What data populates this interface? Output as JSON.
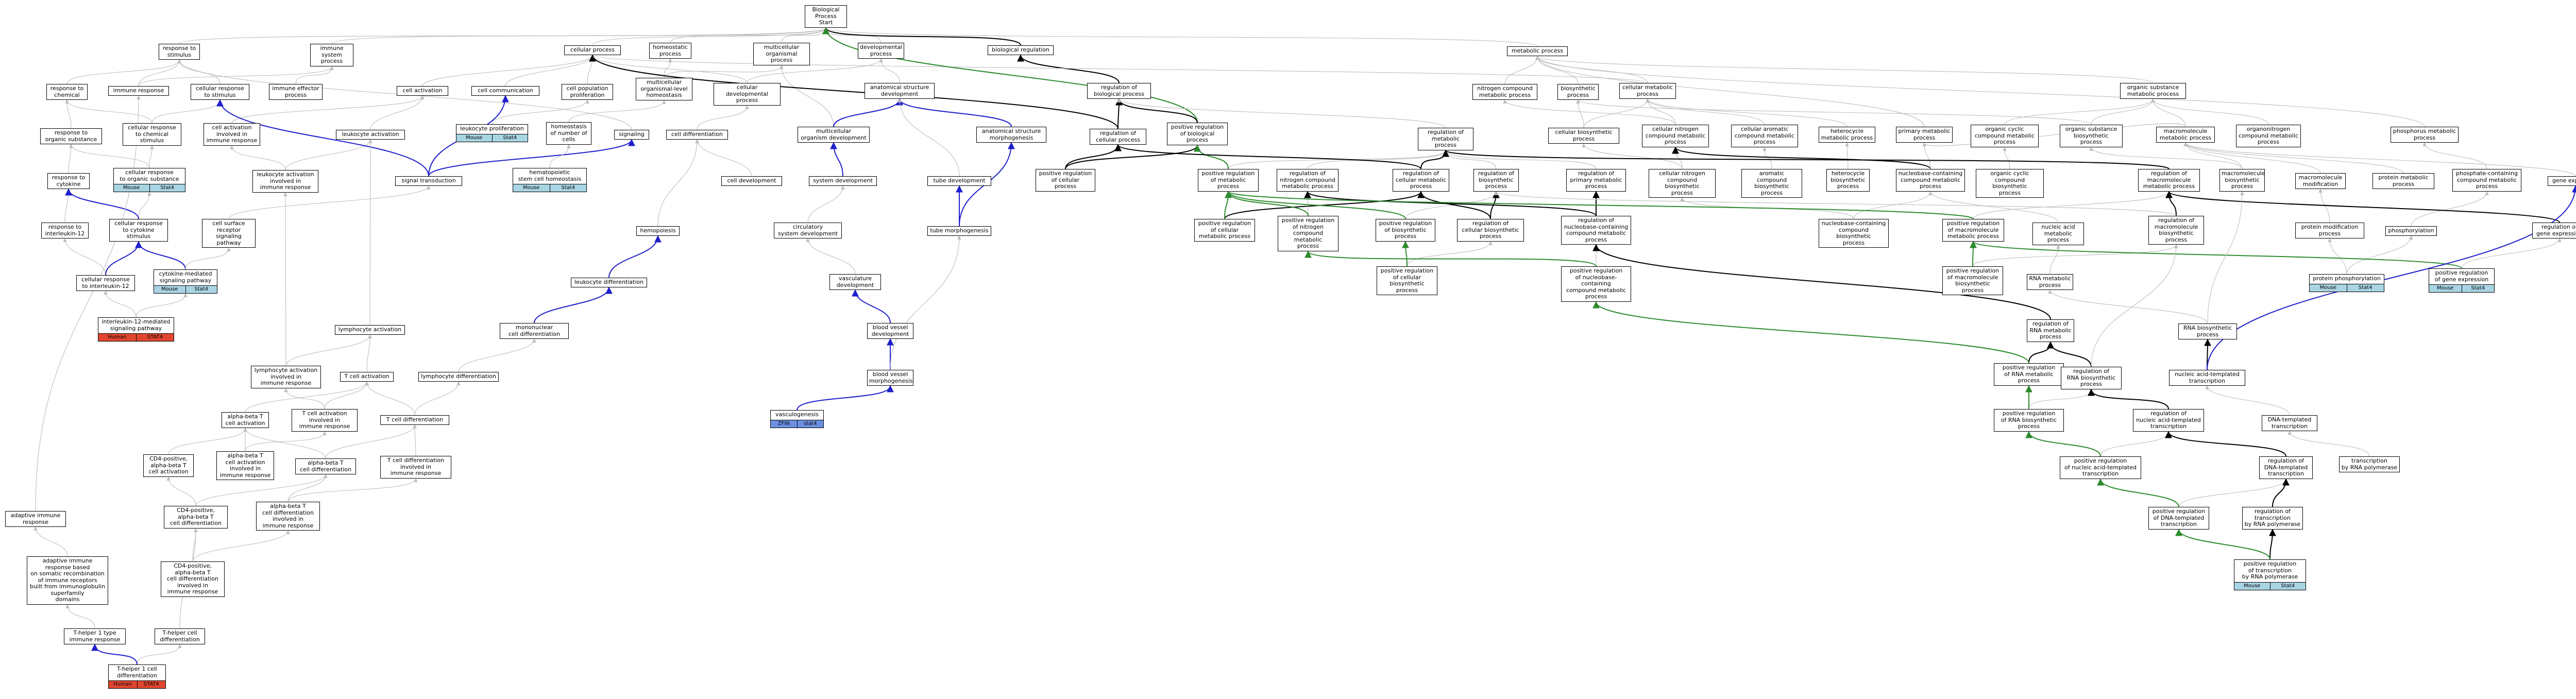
{
  "colors": {
    "gray": "#bdbdbd",
    "black": "#000000",
    "blue": "#1f1fcc",
    "green": "#2e8b2e"
  },
  "nodes": {
    "n1": {
      "label": "Biological Process\nStart"
    },
    "n2": {
      "label": "response to\nstimulus"
    },
    "n3": {
      "label": "immune system\nprocess"
    },
    "n4": {
      "label": "cellular process"
    },
    "n5": {
      "label": "homeostatic\nprocess"
    },
    "n6": {
      "label": "multicellular\norganismal process"
    },
    "n7": {
      "label": "developmental\nprocess"
    },
    "n8": {
      "label": "biological regulation"
    },
    "n9": {
      "label": "metabolic process"
    },
    "n10": {
      "label": "response to\nchemical"
    },
    "n11": {
      "label": "immune response"
    },
    "n12": {
      "label": "cellular response\nto stimulus"
    },
    "n13": {
      "label": "immune effector\nprocess"
    },
    "n14": {
      "label": "cell activation"
    },
    "n15": {
      "label": "cell communication"
    },
    "n16": {
      "label": "cell population\nproliferation"
    },
    "n17": {
      "label": "multicellular\norganismal-level\nhomeostasis"
    },
    "n18": {
      "label": "cellular developmental\nprocess"
    },
    "n19": {
      "label": "anatomical structure\ndevelopment"
    },
    "n20": {
      "label": "regulation of\nbiological process"
    },
    "n21": {
      "label": "nitrogen compound\nmetabolic process"
    },
    "n22": {
      "label": "biosynthetic\nprocess"
    },
    "n23": {
      "label": "cellular metabolic\nprocess"
    },
    "n24": {
      "label": "organic substance\nmetabolic process"
    },
    "n25": {
      "label": "response to\norganic substance"
    },
    "n26": {
      "label": "cellular response\nto chemical\nstimulus"
    },
    "n27": {
      "label": "cell activation\ninvolved in\nimmune response"
    },
    "n28": {
      "label": "leukocyte activation"
    },
    "n29": {
      "label": "leukocyte proliferation"
    },
    "n30": {
      "label": "homeostasis\nof number of\ncells"
    },
    "n31": {
      "label": "signaling"
    },
    "n32": {
      "label": "cell differentiation"
    },
    "n33": {
      "label": "multicellular\norganism development"
    },
    "n34": {
      "label": "anatomical structure\nmorphogenesis"
    },
    "n35": {
      "label": "regulation of\ncellular process"
    },
    "n36": {
      "label": "positive regulation\nof biological\nprocess"
    },
    "n37": {
      "label": "regulation of\nmetabolic process"
    },
    "n38": {
      "label": "cellular biosynthetic\nprocess"
    },
    "n39": {
      "label": "cellular nitrogen\ncompound metabolic\nprocess"
    },
    "n40": {
      "label": "cellular aromatic\ncompound metabolic\nprocess"
    },
    "n41": {
      "label": "heterocycle\nmetabolic process"
    },
    "n42": {
      "label": "primary metabolic\nprocess"
    },
    "n43": {
      "label": "organic cyclic\ncompound metabolic\nprocess"
    },
    "n44": {
      "label": "organic substance\nbiosynthetic\nprocess"
    },
    "n45": {
      "label": "macromolecule\nmetabolic process"
    },
    "n46": {
      "label": "organonitrogen\ncompound metabolic\nprocess"
    },
    "n47": {
      "label": "phosphorus metabolic\nprocess"
    },
    "n48": {
      "label": "response to\ncytokine"
    },
    "n49": {
      "label": "cellular response\nto organic substance"
    },
    "n50": {
      "label": "leukocyte activation\ninvolved in\nimmune response"
    },
    "n51": {
      "label": "signal transduction"
    },
    "n52": {
      "label": "hematopoietic\nstem cell homeostasis"
    },
    "n53": {
      "label": "cell development"
    },
    "n54": {
      "label": "system development"
    },
    "n55": {
      "label": "tube development"
    },
    "n56": {
      "label": "positive regulation\nof cellular\nprocess"
    },
    "n57": {
      "label": "positive regulation\nof metabolic\nprocess"
    },
    "n58": {
      "label": "regulation of\nnitrogen compound\nmetabolic process"
    },
    "n59": {
      "label": "regulation of\ncellular metabolic\nprocess"
    },
    "n60": {
      "label": "regulation of\nbiosynthetic\nprocess"
    },
    "n61": {
      "label": "regulation of\nprimary metabolic\nprocess"
    },
    "n62": {
      "label": "cellular nitrogen\ncompound biosynthetic\nprocess"
    },
    "n63": {
      "label": "aromatic compound\nbiosynthetic\nprocess"
    },
    "n64": {
      "label": "heterocycle\nbiosynthetic\nprocess"
    },
    "n65": {
      "label": "nucleobase-containing\ncompound metabolic\nprocess"
    },
    "n66": {
      "label": "organic cyclic\ncompound biosynthetic\nprocess"
    },
    "n67": {
      "label": "regulation of\nmacromolecule\nmetabolic process"
    },
    "n68": {
      "label": "macromolecule\nbiosynthetic\nprocess"
    },
    "n69": {
      "label": "macromolecule\nmodification"
    },
    "n70": {
      "label": "protein metabolic\nprocess"
    },
    "n71": {
      "label": "phosphate-containing\ncompound metabolic\nprocess"
    },
    "n72": {
      "label": "gene expression"
    },
    "n73": {
      "label": "response to\ninterleukin-12"
    },
    "n74": {
      "label": "cellular response\nto cytokine\nstimulus"
    },
    "n75": {
      "label": "cell surface\nreceptor signaling\npathway"
    },
    "n76": {
      "label": "hemopoiesis"
    },
    "n77": {
      "label": "circulatory\nsystem development"
    },
    "n78": {
      "label": "tube morphogenesis"
    },
    "n79": {
      "label": "positive regulation\nof cellular\nmetabolic process"
    },
    "n80": {
      "label": "positive regulation\nof nitrogen\ncompound metabolic\nprocess"
    },
    "n81": {
      "label": "positive regulation\nof biosynthetic\nprocess"
    },
    "n82": {
      "label": "regulation of\ncellular biosynthetic\nprocess"
    },
    "n83": {
      "label": "regulation of\nnucleobase-containing\ncompound metabolic\nprocess"
    },
    "n84": {
      "label": "nucleobase-containing\ncompound biosynthetic\nprocess"
    },
    "n85": {
      "label": "positive regulation\nof macromolecule\nmetabolic process"
    },
    "n86": {
      "label": "nucleic acid\nmetabolic process"
    },
    "n87": {
      "label": "regulation of\nmacromolecule\nbiosynthetic\nprocess"
    },
    "n88": {
      "label": "protein modification\nprocess"
    },
    "n89": {
      "label": "phosphorylation"
    },
    "n90": {
      "label": "regulation of\ngene expression"
    },
    "n91": {
      "label": "cellular response\nto interleukin-12"
    },
    "n92": {
      "label": "cytokine-mediated\nsignaling pathway"
    },
    "n93": {
      "label": "leukocyte differentiation"
    },
    "n94": {
      "label": "vasculature\ndevelopment"
    },
    "n95": {
      "label": "positive regulation\nof cellular\nbiosynthetic\nprocess"
    },
    "n96": {
      "label": "positive regulation\nof nucleobase-containing\ncompound metabolic\nprocess"
    },
    "n97": {
      "label": "positive regulation\nof macromolecule\nbiosynthetic\nprocess"
    },
    "n98": {
      "label": "RNA metabolic\nprocess"
    },
    "n99": {
      "label": "protein phosphorylation"
    },
    "n100": {
      "label": "positive regulation\nof gene expression"
    },
    "n101": {
      "label": "interleukin-12-mediated\nsignaling pathway"
    },
    "n102": {
      "label": "mononuclear\ncell differentiation"
    },
    "n103": {
      "label": "blood vessel\ndevelopment"
    },
    "n104": {
      "label": "regulation of\nRNA metabolic\nprocess"
    },
    "n105": {
      "label": "RNA biosynthetic\nprocess"
    },
    "n106": {
      "label": "lymphocyte activation"
    },
    "n107": {
      "label": "blood vessel\nmorphogenesis"
    },
    "n108": {
      "label": "positive regulation\nof RNA metabolic\nprocess"
    },
    "n109": {
      "label": "regulation of\nRNA biosynthetic\nprocess"
    },
    "n110": {
      "label": "nucleic acid-templated\ntranscription"
    },
    "n111": {
      "label": "lymphocyte activation\ninvolved in\nimmune response"
    },
    "n112": {
      "label": "T cell activation"
    },
    "n113": {
      "label": "lymphocyte differentiation"
    },
    "n114": {
      "label": "vasculogenesis"
    },
    "n115": {
      "label": "positive regulation\nof RNA biosynthetic\nprocess"
    },
    "n116": {
      "label": "regulation of\nnucleic acid-templated\ntranscription"
    },
    "n117": {
      "label": "DNA-templated\ntranscription"
    },
    "n118": {
      "label": "alpha-beta T\ncell activation"
    },
    "n119": {
      "label": "T cell activation\ninvolved in\nimmune response"
    },
    "n120": {
      "label": "T cell differentiation"
    },
    "n121": {
      "label": "positive regulation\nof nucleic acid-templated\ntranscription"
    },
    "n122": {
      "label": "regulation of\nDNA-templated\ntranscription"
    },
    "n123": {
      "label": "transcription\nby RNA polymerase"
    },
    "n124": {
      "label": "CD4-positive,\nalpha-beta T\ncell activation"
    },
    "n125": {
      "label": "alpha-beta T\ncell activation\ninvolved in\nimmune response"
    },
    "n126": {
      "label": "alpha-beta T\ncell differentiation"
    },
    "n127": {
      "label": "T cell differentiation\ninvolved in\nimmune response"
    },
    "n128": {
      "label": "positive regulation\nof DNA-templated\ntranscription"
    },
    "n129": {
      "label": "regulation of\ntranscription\nby RNA polymerase"
    },
    "n130": {
      "label": "adaptive immune\nresponse"
    },
    "n131": {
      "label": "CD4-positive,\nalpha-beta T\ncell differentiation"
    },
    "n132": {
      "label": "alpha-beta T\ncell differentiation\ninvolved in\nimmune response"
    },
    "n133": {
      "label": "positive regulation\nof transcription\nby RNA polymerase"
    },
    "n134": {
      "label": "adaptive immune\nresponse based\non somatic recombination\nof immune receptors\nbuilt from immunoglobulin\nsuperfamily\ndomains"
    },
    "n135": {
      "label": "CD4-positive,\nalpha-beta T\ncell differentiation\ninvolved in\nimmune response"
    },
    "n136": {
      "label": "T-helper 1 type\nimmune response"
    },
    "n137": {
      "label": "T-helper cell\ndifferentiation"
    },
    "n138": {
      "label": "T-helper 1 cell\ndifferentiation"
    }
  },
  "tags": {
    "n29": [
      "Mouse",
      "Stat4"
    ],
    "n49": [
      "Mouse",
      "Stat4"
    ],
    "n52": [
      "Mouse",
      "Stat4"
    ],
    "n92": [
      "Mouse",
      "Stat4"
    ],
    "n100": [
      "Mouse",
      "Stat4"
    ],
    "n99": [
      "Mouse",
      "Stat4"
    ],
    "n133": [
      "Mouse",
      "Stat4"
    ],
    "n101": [
      "Human",
      "STAT4"
    ],
    "n138": [
      "Human",
      "STAT4"
    ],
    "n114": [
      "ZFIN",
      "stat4"
    ]
  }
}
